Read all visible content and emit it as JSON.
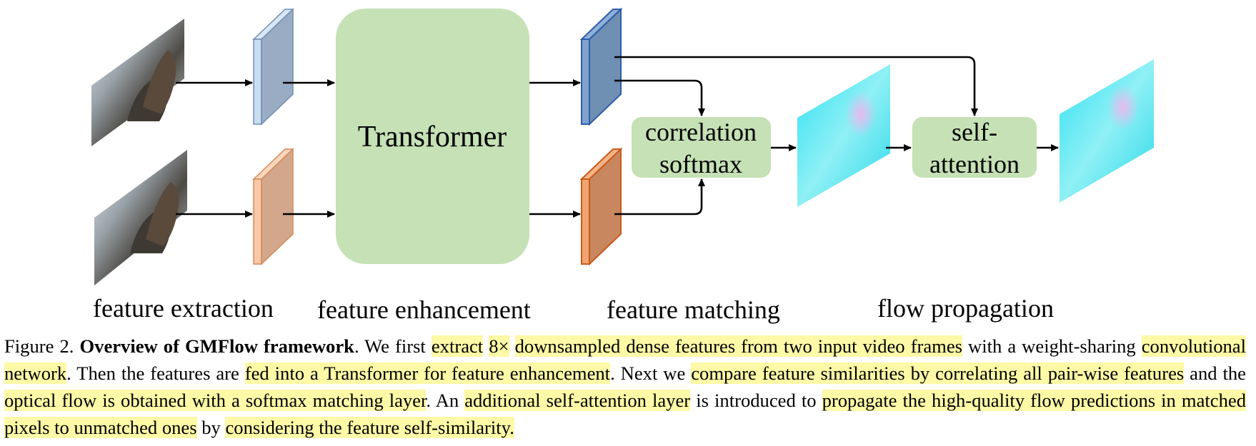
{
  "diagram": {
    "transformer_label": "Transformer",
    "correlation_box": {
      "line1": "correlation",
      "line2": "softmax"
    },
    "attention_box": {
      "line1": "self-",
      "line2": "attention"
    },
    "stages": {
      "extraction": "feature extraction",
      "enhancement": "feature enhancement",
      "matching": "feature matching",
      "propagation": "flow propagation"
    },
    "colors": {
      "box_green": "#c5e1b5",
      "feature_blue": "#9aabc4",
      "feature_blue_dark": "#6f8fb3",
      "feature_orange": "#d3a78b",
      "feature_orange_dark": "#c8875f",
      "highlight": "#fdf9a6"
    }
  },
  "caption": {
    "figure_label": "Figure 2.",
    "title": "Overview of GMFlow framework",
    "s01": ". We first ",
    "h01": "extract",
    "s02": " ",
    "h02": "8×",
    "s03": " ",
    "h03": "downsampled dense features from two input video frames",
    "s04": " with a weight-sharing ",
    "h04": "convolutional network",
    "s05": ". Then the features are ",
    "h05": "fed into a Transformer for feature enhancement",
    "s06": ". Next we ",
    "h06": "compare feature similarities by correlating all pair-wise features",
    "s07": " and the ",
    "h07": "optical flow is obtained with a softmax matching layer",
    "s08": ". An ",
    "h08": "additional self-attention layer",
    "s09": " is introduced to ",
    "h09": "propagate the high-quality flow predictions in matched pixels to unmatched ones",
    "s10": " by ",
    "h10": "considering the feature self-similarity."
  }
}
